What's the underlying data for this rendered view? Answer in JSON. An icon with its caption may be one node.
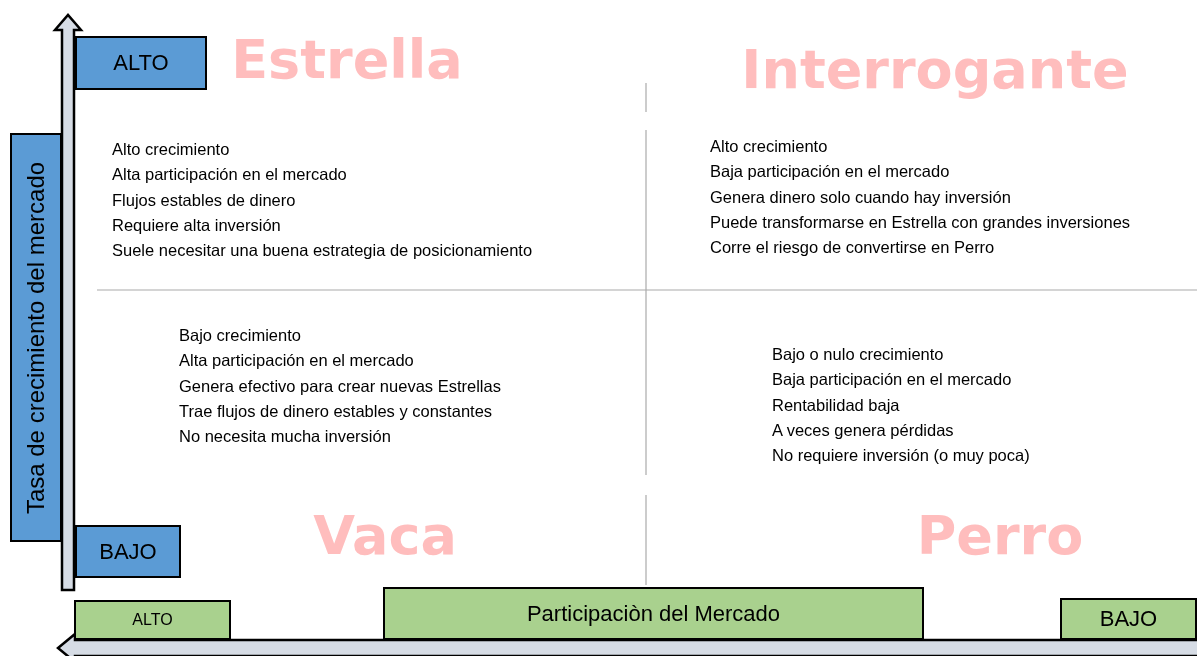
{
  "diagram": {
    "nodes": [
      {
        "text": [
          "ALTO"
        ]
      },
      {
        "text": [
          "Tasa de crecimiento del mercado"
        ]
      },
      {
        "text": [
          "BAJO"
        ]
      },
      {
        "text": [
          "ALTO"
        ]
      },
      {
        "text": [
          "Participaciòn del Mercado"
        ]
      },
      {
        "text": [
          "BAJO"
        ]
      }
    ],
    "edges": [],
    "labels": [
      "Estrella",
      "Interrogante",
      "Alto crecimiento",
      "Alta participación en el mercado",
      "Flujos estables de dinero",
      "Requiere alta inversión",
      "Suele necesitar una buena estrategia de posicionamiento",
      "Alto crecimiento",
      "Baja participación en el mercado",
      "Genera dinero solo cuando hay inversión",
      "Puede transformarse en Estrella con grandes inversiones",
      "Corre el riesgo de convertirse en Perro",
      "Bajo crecimiento",
      "Alta participación en el mercado",
      "Genera efectivo para crear nuevas Estrellas",
      "Trae flujos de dinero estables y constantes",
      "No necesita mucha inversión",
      "Bajo o nulo crecimiento",
      "Baja participación en el mercado",
      "Rentabilidad baja",
      "A veces genera pérdidas",
      "No requiere inversión (o muy poca)",
      "Vaca",
      "Perro"
    ]
  }
}
